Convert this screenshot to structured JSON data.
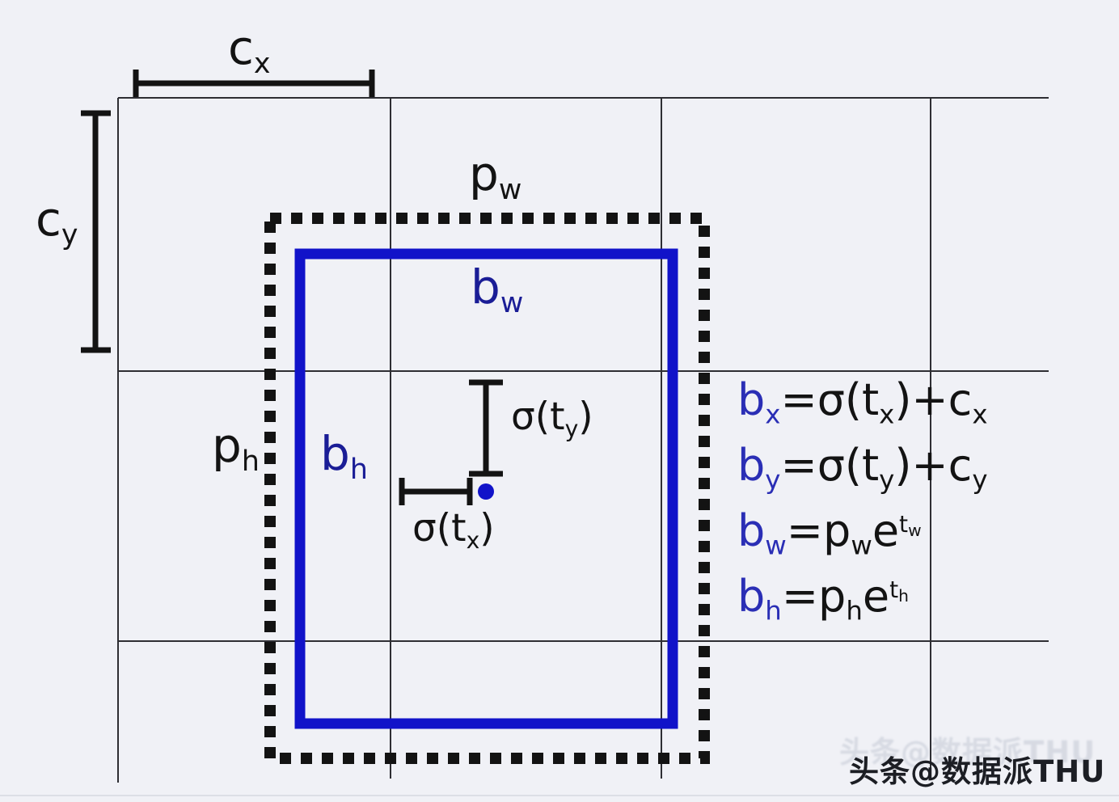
{
  "colors": {
    "bg": "#f0f1f6",
    "grid": "#2e2e33",
    "ink": "#131313",
    "blue": "#1113c9",
    "navy": "#1a1d96",
    "eqblue": "#2a2eb5",
    "band": "#dcdfe6"
  },
  "labels": {
    "cx": [
      {
        "t": "c"
      },
      {
        "t": "x",
        "k": "sub"
      }
    ],
    "cy": [
      {
        "t": "c"
      },
      {
        "t": "y",
        "k": "sub"
      }
    ],
    "pw": [
      {
        "t": "p"
      },
      {
        "t": "w",
        "k": "sub"
      }
    ],
    "bw": [
      {
        "t": "b",
        "c": "navy"
      },
      {
        "t": "w",
        "k": "sub",
        "c": "navy"
      }
    ],
    "ph": [
      {
        "t": "p"
      },
      {
        "t": "h",
        "k": "sub"
      }
    ],
    "bh": [
      {
        "t": "b",
        "c": "navy"
      },
      {
        "t": "h",
        "k": "sub",
        "c": "navy"
      }
    ],
    "sigma_ty": [
      {
        "t": "σ(t"
      },
      {
        "t": "y",
        "k": "sub"
      },
      {
        "t": ")"
      }
    ],
    "sigma_tx": [
      {
        "t": "σ(t"
      },
      {
        "t": "x",
        "k": "sub"
      },
      {
        "t": ")"
      }
    ]
  },
  "equations": [
    [
      {
        "t": "b",
        "c": "blue"
      },
      {
        "t": "x",
        "k": "sub",
        "c": "blue"
      },
      {
        "t": "=σ(t"
      },
      {
        "t": "x",
        "k": "sub"
      },
      {
        "t": ")+c"
      },
      {
        "t": "x",
        "k": "sub"
      }
    ],
    [
      {
        "t": "b",
        "c": "blue"
      },
      {
        "t": "y",
        "k": "sub",
        "c": "blue"
      },
      {
        "t": "=σ(t"
      },
      {
        "t": "y",
        "k": "sub"
      },
      {
        "t": ")+c"
      },
      {
        "t": "y",
        "k": "sub"
      }
    ],
    [
      {
        "t": "b",
        "c": "blue"
      },
      {
        "t": "w",
        "k": "sub",
        "c": "blue"
      },
      {
        "t": "=p"
      },
      {
        "t": "w",
        "k": "sub"
      },
      {
        "t": "e"
      },
      {
        "t": "t",
        "k": "sup",
        "sub": "w"
      }
    ],
    [
      {
        "t": "b",
        "c": "blue"
      },
      {
        "t": "h",
        "k": "sub",
        "c": "blue"
      },
      {
        "t": "=p"
      },
      {
        "t": "h",
        "k": "sub"
      },
      {
        "t": "e"
      },
      {
        "t": "t",
        "k": "sup",
        "sub": "h"
      }
    ]
  ],
  "watermark": {
    "text": "头条@数据派THU"
  }
}
